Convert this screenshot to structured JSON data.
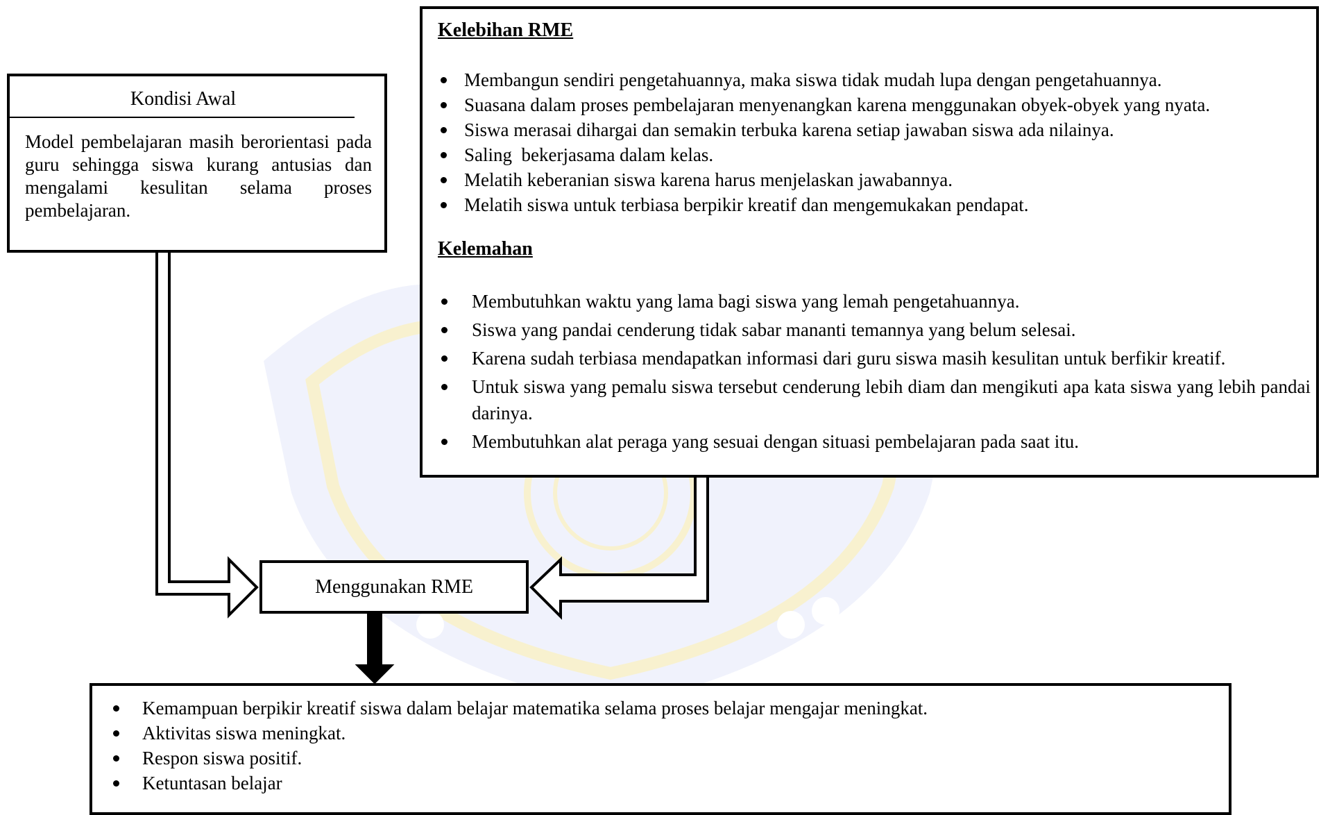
{
  "kondisi_awal": {
    "title": "Kondisi Awal",
    "body": "Model pembelajaran masih berorientasi pada guru sehingga siswa kurang antusias dan mengalami kesulitan selama proses pembelajaran."
  },
  "kelebihan": {
    "heading": "Kelebihan RME",
    "items": [
      "Membangun sendiri pengetahuannya, maka siswa tidak mudah lupa dengan pengetahuannya.",
      "Suasana dalam proses pembelajaran menyenangkan karena menggunakan obyek-obyek yang nyata.",
      "Siswa merasai dihargai dan semakin terbuka karena setiap jawaban siswa ada nilainya.",
      "Saling  bekerjasama dalam kelas.",
      "Melatih keberanian siswa karena harus menjelaskan jawabannya.",
      "Melatih siswa untuk terbiasa berpikir kreatif dan mengemukakan pendapat."
    ]
  },
  "kelemahan": {
    "heading": "Kelemahan",
    "items": [
      "Membutuhkan waktu yang lama bagi siswa yang lemah pengetahuannya.",
      "Siswa yang pandai cenderung tidak sabar mananti temannya yang belum selesai.",
      "Karena sudah terbiasa mendapatkan informasi dari guru siswa masih kesulitan untuk berfikir kreatif.",
      "Untuk siswa yang pemalu siswa tersebut cenderung lebih diam dan mengikuti apa kata siswa yang lebih pandai darinya.",
      "Membutuhkan alat peraga yang sesuai dengan situasi pembelajaran pada saat itu."
    ]
  },
  "center": {
    "label": "Menggunakan RME"
  },
  "hasil": {
    "items": [
      "Kemampuan berpikir kreatif siswa dalam belajar matematika selama proses belajar mengajar meningkat.",
      "Aktivitas siswa meningkat.",
      "Respon siswa positif.",
      "Ketuntasan belajar"
    ]
  },
  "colors": {
    "watermark_blue": "#aab4e8",
    "watermark_yellow": "#f2e4a0"
  }
}
